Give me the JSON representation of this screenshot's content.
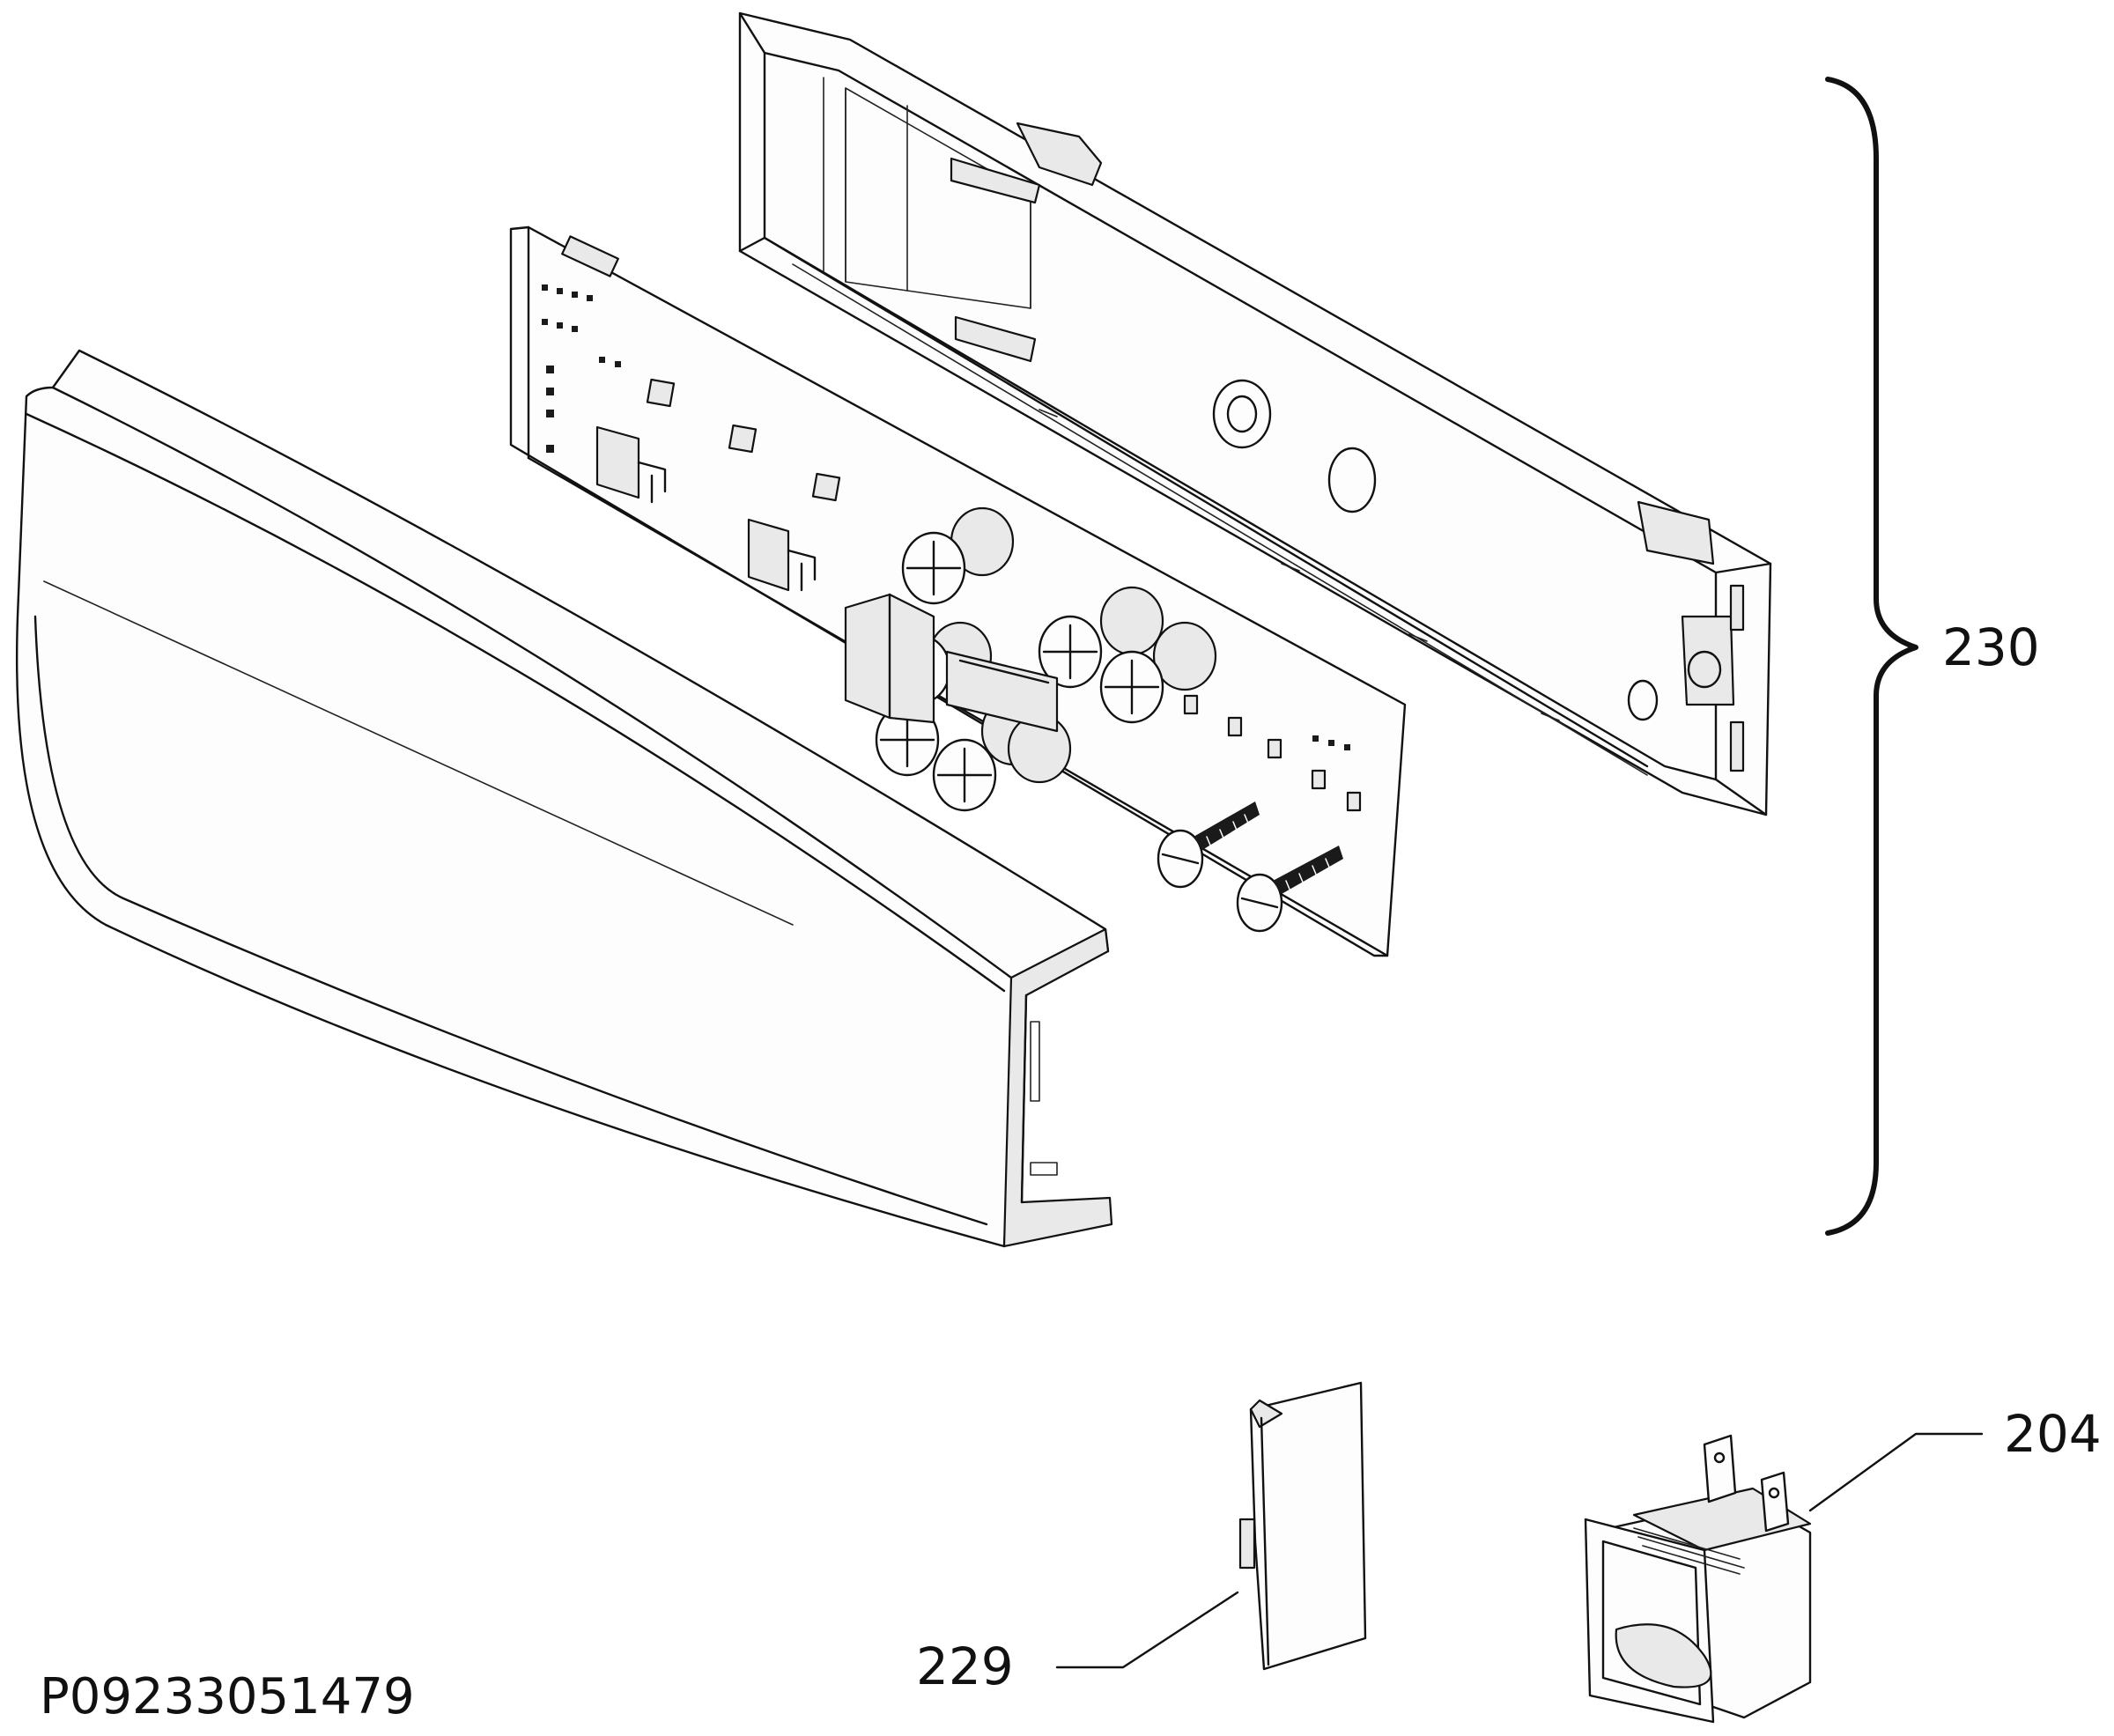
{
  "callouts": {
    "part_230": "230",
    "part_204": "204",
    "part_229": "229"
  },
  "drawing_code": "P09233051479",
  "colors": {
    "line": "#111111",
    "background": "#ffffff"
  }
}
